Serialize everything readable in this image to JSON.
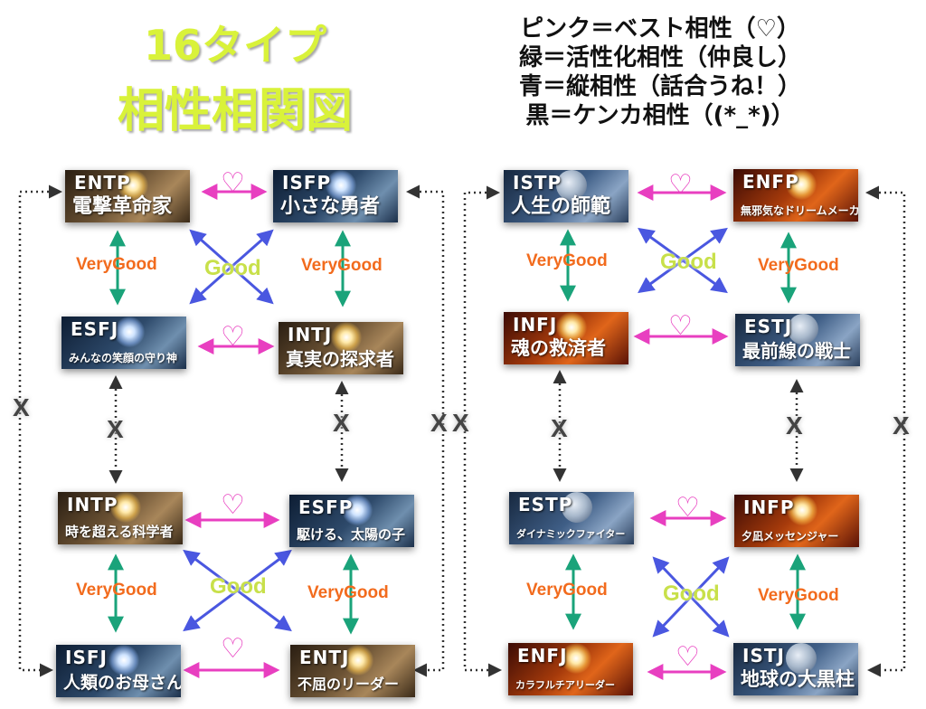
{
  "title": {
    "line1": "16タイプ",
    "line2": "相性相関図"
  },
  "legend": [
    "ピンク＝ベスト相性（♡）",
    "緑＝活性化相性（仲良し）",
    "青＝縦相性（話合うね！）",
    "黒＝ケンカ相性（(*_*)）"
  ],
  "labels": {
    "verygood": "VeryGood",
    "good": "Good",
    "x": "X",
    "heart": "♡"
  },
  "cards": [
    {
      "id": "entp",
      "code": "ENTP",
      "nickname": "電撃革命家",
      "theme": "gold"
    },
    {
      "id": "isfp",
      "code": "ISFP",
      "nickname": "小さな勇者",
      "theme": "blue"
    },
    {
      "id": "esfj",
      "code": "ESFJ",
      "nickname": "みんなの笑顔の守り神",
      "theme": "blue"
    },
    {
      "id": "intj",
      "code": "INTJ",
      "nickname": "真実の探求者",
      "theme": "gold"
    },
    {
      "id": "intp",
      "code": "INTP",
      "nickname": "時を超える科学者",
      "theme": "gold"
    },
    {
      "id": "esfp",
      "code": "ESFP",
      "nickname": "駆ける、太陽の子",
      "theme": "blue"
    },
    {
      "id": "isfj",
      "code": "ISFJ",
      "nickname": "人類のお母さん",
      "theme": "blue"
    },
    {
      "id": "entj",
      "code": "ENTJ",
      "nickname": "不屈のリーダー",
      "theme": "gold"
    },
    {
      "id": "istp",
      "code": "ISTP",
      "nickname": "人生の師範",
      "theme": "steel"
    },
    {
      "id": "enfp",
      "code": "ENFP",
      "nickname": "無邪気なドリームメーカー",
      "theme": "red"
    },
    {
      "id": "infj",
      "code": "INFJ",
      "nickname": "魂の救済者",
      "theme": "red"
    },
    {
      "id": "estj",
      "code": "ESTJ",
      "nickname": "最前線の戦士",
      "theme": "steel"
    },
    {
      "id": "estp",
      "code": "ESTP",
      "nickname": "ダイナミックファイター",
      "theme": "steel"
    },
    {
      "id": "infp",
      "code": "INFP",
      "nickname": "夕凪メッセンジャー",
      "theme": "red"
    },
    {
      "id": "enfj",
      "code": "ENFJ",
      "nickname": "カラフルチアリーダー",
      "theme": "red"
    },
    {
      "id": "istj",
      "code": "ISTJ",
      "nickname": "地球の大黒柱",
      "theme": "steel"
    }
  ],
  "colors": {
    "pink": "#e83fc0",
    "green": "#1aa37a",
    "blue": "#4a57e0",
    "black": "#333333",
    "orange": "#f26b1d",
    "lime": "#c8e04a"
  }
}
